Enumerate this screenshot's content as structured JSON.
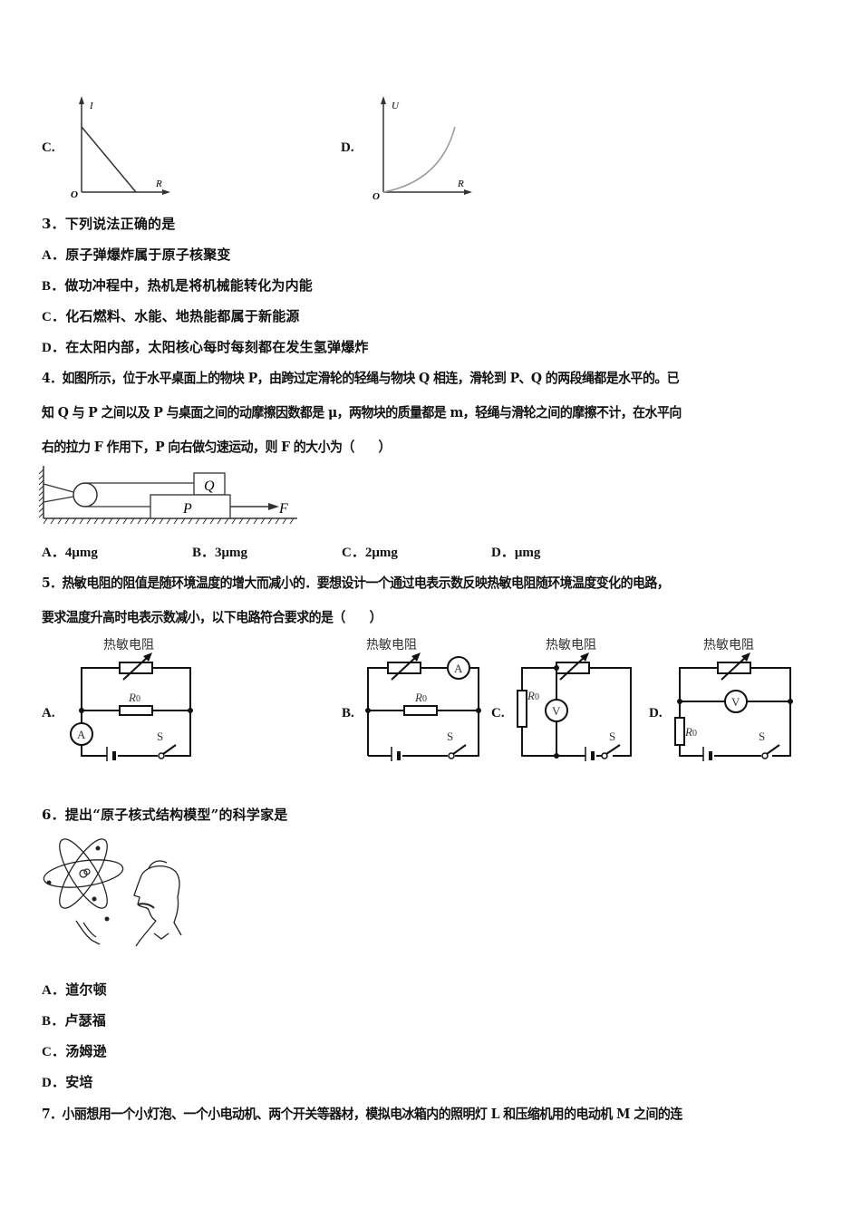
{
  "q2_options_tail": {
    "C": {
      "label": "C.",
      "graph": {
        "y_axis": "I",
        "x_axis": "R",
        "origin": "O",
        "shape": "linear-decreasing"
      }
    },
    "D": {
      "label": "D.",
      "graph": {
        "y_axis": "U",
        "x_axis": "R",
        "origin": "O",
        "shape": "increasing-curve"
      }
    }
  },
  "q3": {
    "stem": "3．下列说法正确的是",
    "options": [
      {
        "label": "A．",
        "text": "原子弹爆炸属于原子核聚变"
      },
      {
        "label": "B．",
        "text": "做功冲程中，热机是将机械能转化为内能"
      },
      {
        "label": "C．",
        "text": "化石燃料、水能、地热能都属于新能源"
      },
      {
        "label": "D．",
        "text": "在太阳内部，太阳核心每时每刻都在发生氢弹爆炸"
      }
    ]
  },
  "q4": {
    "stem_lines": [
      "4．如图所示，位于水平桌面上的物块 P，由跨过定滑轮的轻绳与物块 Q 相连，滑轮到 P、Q 的两段绳都是水平的。已",
      "知 Q 与 P 之间以及 P 与桌面之间的动摩擦因数都是 μ，两物块的质量都是 m，轻绳与滑轮之间的摩擦不计，在水平向",
      "右的拉力 F 作用下，P 向右做匀速运动，则 F 的大小为（　　）"
    ],
    "figure": {
      "block_top": "Q",
      "block_bottom": "P",
      "force": "F"
    },
    "options": [
      {
        "label": "A．",
        "text": "4μmg"
      },
      {
        "label": "B．",
        "text": "3μmg"
      },
      {
        "label": "C．",
        "text": "2μmg"
      },
      {
        "label": "D．",
        "text": "μmg"
      }
    ]
  },
  "q5": {
    "stem_lines": [
      "5．热敏电阻的阻值是随环境温度的增大而减小的．要想设计一个通过电表示数反映热敏电阻随环境温度变化的电路，",
      "要求温度升高时电表示数减小，以下电路符合要求的是（　　）"
    ],
    "circuits": [
      {
        "label": "A.",
        "thermistor_label": "热敏电阻",
        "r0": "R",
        "r0_sub": "0",
        "meter": "A",
        "switch": "S"
      },
      {
        "label": "B.",
        "thermistor_label": "热敏电阻",
        "r0": "R",
        "r0_sub": "0",
        "meter": "A",
        "switch": "S"
      },
      {
        "label": "C.",
        "thermistor_label": "热敏电阻",
        "r0": "R",
        "r0_sub": "0",
        "meter": "V",
        "switch": "S"
      },
      {
        "label": "D.",
        "thermistor_label": "热敏电阻",
        "r0": "R",
        "r0_sub": "0",
        "meter": "V",
        "switch": "S"
      }
    ]
  },
  "q6": {
    "stem": "6．提出“原子核式结构模型”的科学家是",
    "options": [
      {
        "label": "A．",
        "text": "道尔顿"
      },
      {
        "label": "B．",
        "text": "卢瑟福"
      },
      {
        "label": "C．",
        "text": "汤姆逊"
      },
      {
        "label": "D．",
        "text": "安培"
      }
    ]
  },
  "q7": {
    "stem": "7．小丽想用一个小灯泡、一个小电动机、两个开关等器材，模拟电冰箱内的照明灯 L 和压缩机用的电动机 M 之间的连"
  }
}
